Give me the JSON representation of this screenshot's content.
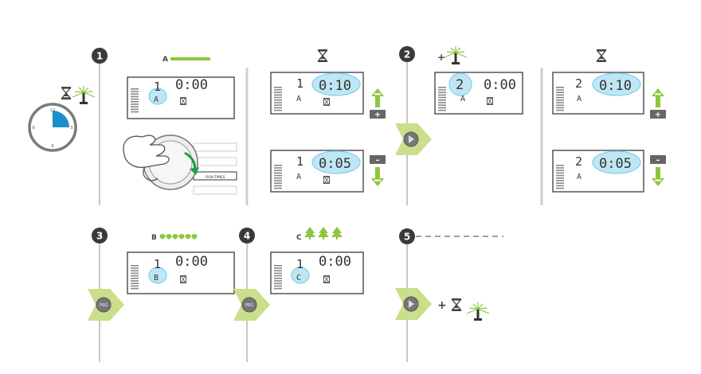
{
  "steps": [
    {
      "number": "1"
    },
    {
      "number": "2"
    },
    {
      "number": "3"
    },
    {
      "number": "4"
    },
    {
      "number": "5"
    }
  ],
  "programs": {
    "a": "A",
    "b": "B",
    "c": "C"
  },
  "dial": {
    "tick_12": "12",
    "tick_3": "3",
    "tick_6": "6",
    "tick_9": "9"
  },
  "button": {
    "run_times": "RUN-TIMES",
    "prg": "PRG"
  },
  "symbols": {
    "plus": "+",
    "minus": "–"
  },
  "screens": {
    "s1": {
      "station": "1",
      "time": "0:00",
      "program": "A"
    },
    "s2a": {
      "station": "1",
      "time": "0:10",
      "program": "A"
    },
    "s2b": {
      "station": "1",
      "time": "0:05",
      "program": "A"
    },
    "s3": {
      "station": "2",
      "time": "0:00",
      "program": "A"
    },
    "s4a": {
      "station": "2",
      "time": "0:10",
      "program": "A"
    },
    "s4b": {
      "station": "2",
      "time": "0:05",
      "program": "A"
    },
    "s5": {
      "station": "1",
      "time": "0:00",
      "program": "B"
    },
    "s6": {
      "station": "1",
      "time": "0:00",
      "program": "C"
    }
  },
  "colors": {
    "accent_green": "#8cc63f",
    "arrow_green": "#c9df8a",
    "glow_blue": "#5cc6e8",
    "step_dark": "#3a3a3a",
    "line_gray": "#a0a0a0"
  }
}
